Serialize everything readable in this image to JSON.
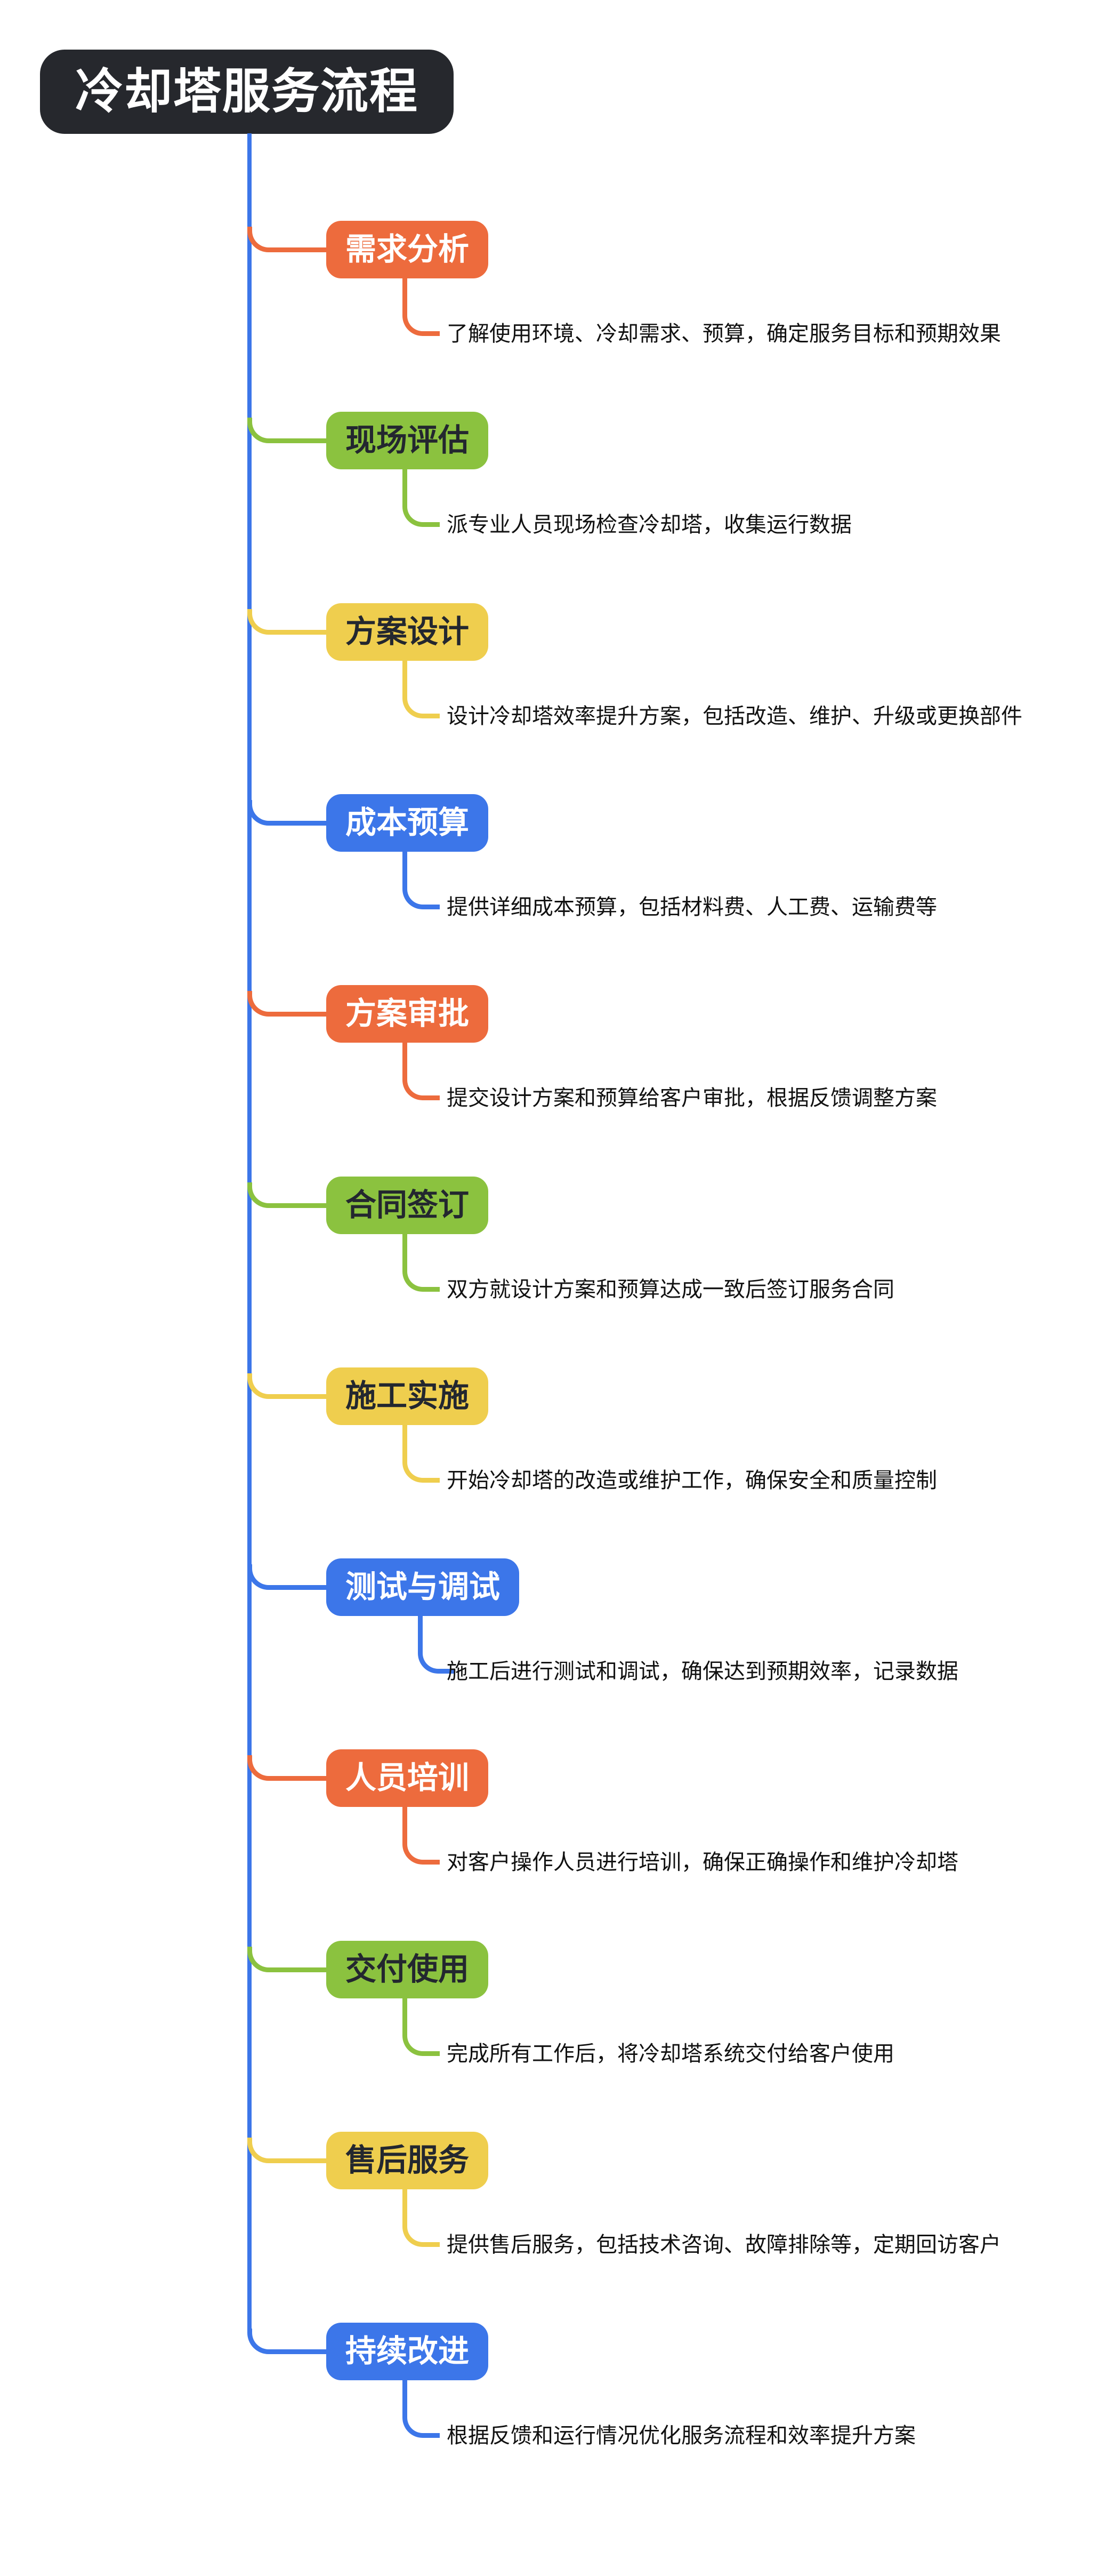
{
  "title": "冷却塔服务流程",
  "palette": {
    "orange": "#ED6B3D",
    "green": "#8BC23F",
    "yellow": "#EFCE4E",
    "blue": "#3C76E9",
    "trunk": "#3C76E9",
    "root_bg": "#26282D",
    "root_text": "#FFFFFF",
    "light_label_text": "#FFFFFF",
    "dark_label_text": "#23272F",
    "note_text": "#111111"
  },
  "nodes": [
    {
      "label": "需求分析",
      "color": "orange",
      "desc": "了解使用环境、冷却需求、预算，确定服务目标和预期效果"
    },
    {
      "label": "现场评估",
      "color": "green",
      "desc": "派专业人员现场检查冷却塔，收集运行数据"
    },
    {
      "label": "方案设计",
      "color": "yellow",
      "desc": "设计冷却塔效率提升方案，包括改造、维护、升级或更换部件"
    },
    {
      "label": "成本预算",
      "color": "blue",
      "desc": "提供详细成本预算，包括材料费、人工费、运输费等"
    },
    {
      "label": "方案审批",
      "color": "orange",
      "desc": "提交设计方案和预算给客户审批，根据反馈调整方案"
    },
    {
      "label": "合同签订",
      "color": "green",
      "desc": "双方就设计方案和预算达成一致后签订服务合同"
    },
    {
      "label": "施工实施",
      "color": "yellow",
      "desc": "开始冷却塔的改造或维护工作，确保安全和质量控制"
    },
    {
      "label": "测试与调试",
      "color": "blue",
      "desc": "施工后进行测试和调试，确保达到预期效率，记录数据"
    },
    {
      "label": "人员培训",
      "color": "orange",
      "desc": "对客户操作人员进行培训，确保正确操作和维护冷却塔"
    },
    {
      "label": "交付使用",
      "color": "green",
      "desc": "完成所有工作后，将冷却塔系统交付给客户使用"
    },
    {
      "label": "售后服务",
      "color": "yellow",
      "desc": "提供售后服务，包括技术咨询、故障排除等，定期回访客户"
    },
    {
      "label": "持续改进",
      "color": "blue",
      "desc": "根据反馈和运行情况优化服务流程和效率提升方案"
    }
  ]
}
